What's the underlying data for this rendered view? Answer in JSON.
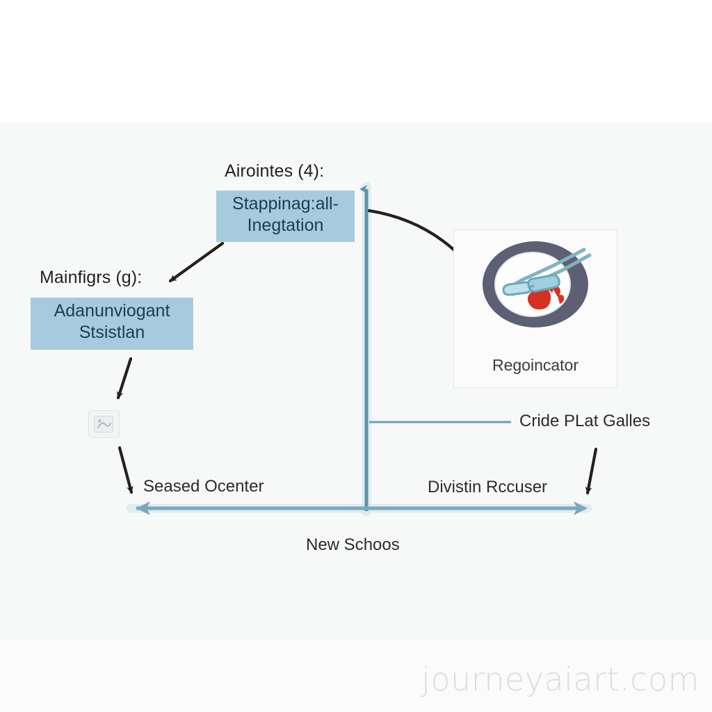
{
  "diagram": {
    "title_hidden": "",
    "axes": {
      "vertical_color": "#5f93a6",
      "horizontal_color": "#79a6bb",
      "x_axis_label": "New Schoos",
      "left_label": "Seased Ocenter",
      "right_label": "Divistin Rccuser",
      "mid_right_label": "Cride PLat Galles"
    },
    "annotations": [
      {
        "heading": "Airointes (4):",
        "highlight_line1": "Stappinag:all-",
        "highlight_line2": "Inegtation",
        "highlight_color": "#a6cbdf"
      },
      {
        "heading": "Mainfigrs (g):",
        "highlight_line1": "Adanunviogant",
        "highlight_line2": "Stsistlan",
        "highlight_color": "#a6cbdf"
      }
    ],
    "card": {
      "caption": "Regoincator",
      "logo_name": "glasses-hand-logo",
      "logo_colors": {
        "ring": "#5d5f75",
        "glasses": "#9cc9d8",
        "hand": "#d63022"
      }
    },
    "icon": {
      "name": "small-document-icon"
    }
  },
  "watermark": {
    "text": "journeyaiart.com"
  }
}
